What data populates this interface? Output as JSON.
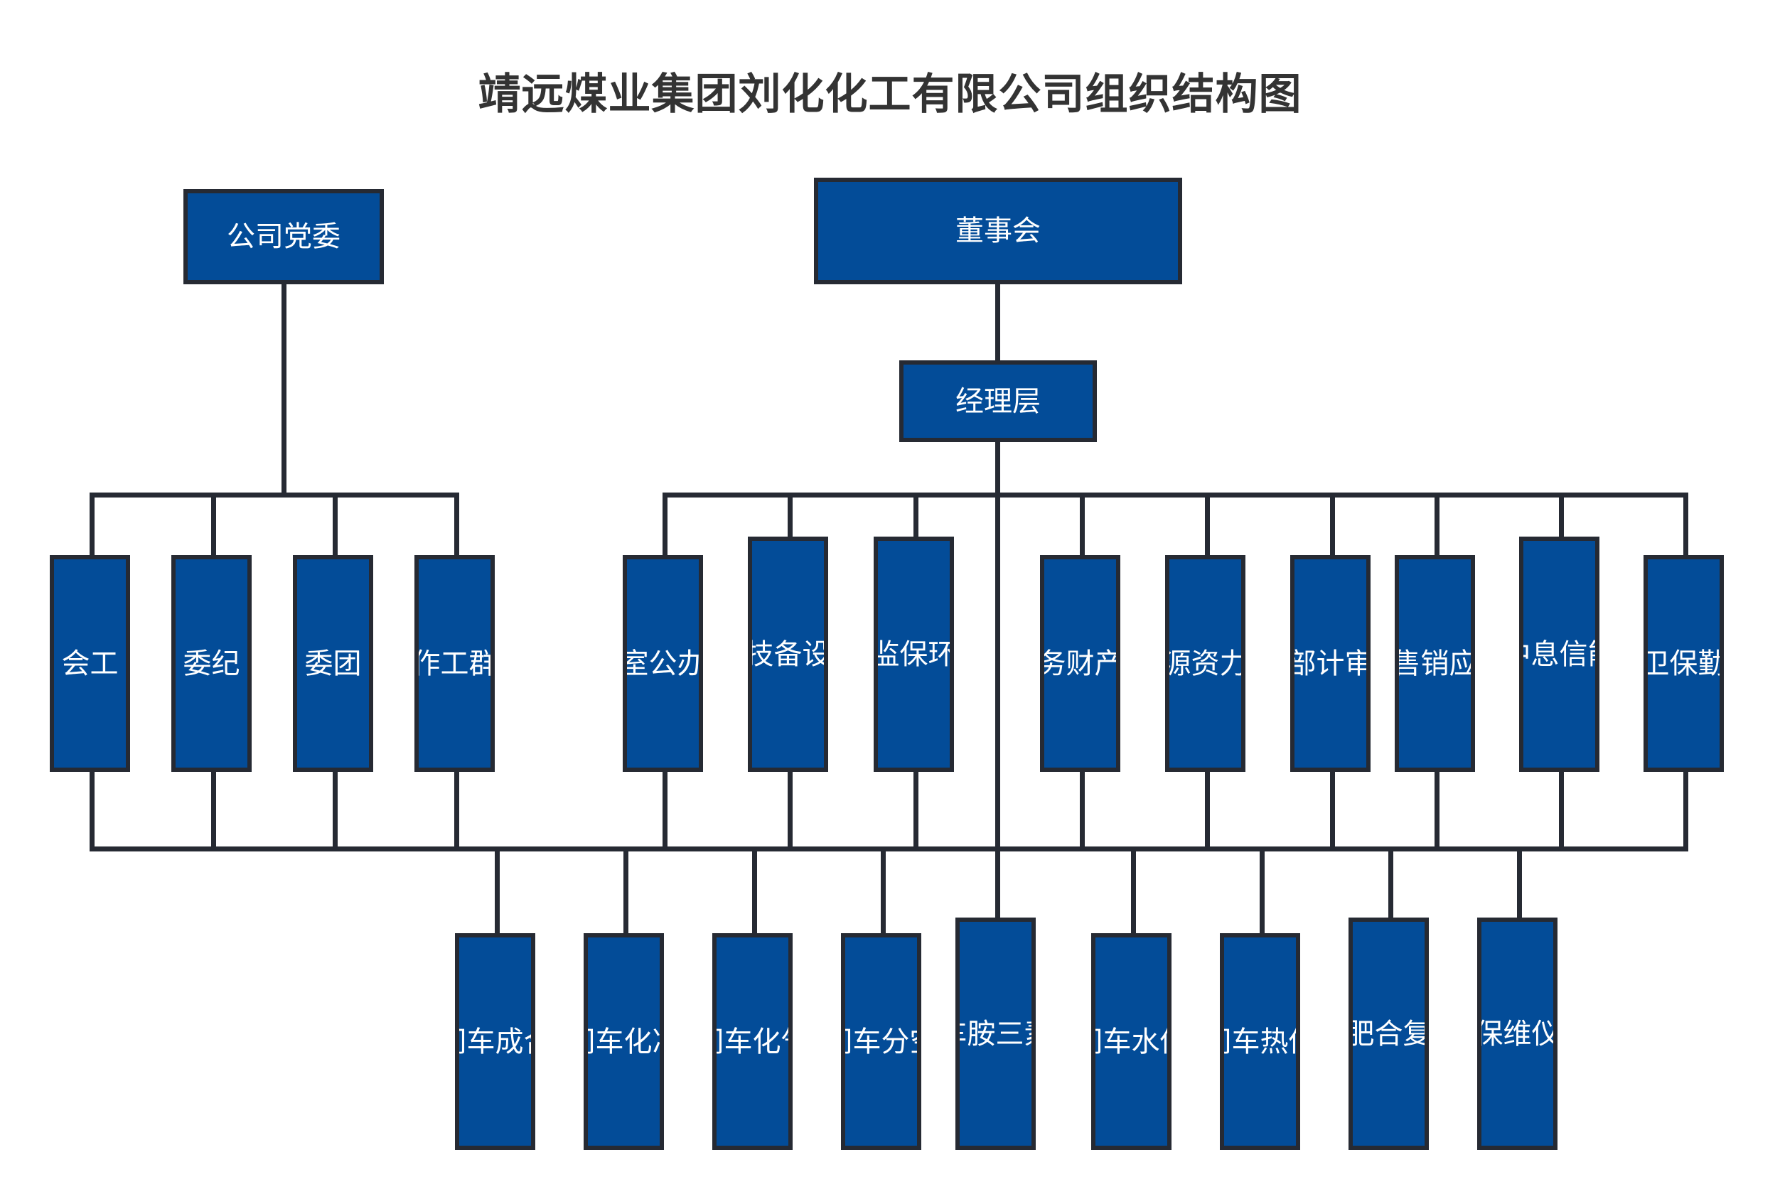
{
  "title": "靖远煤业集团刘化化工有限公司组织结构图",
  "colors": {
    "box_fill": "#034C98",
    "box_border": "#262a33",
    "label_text": "#FFFFFF",
    "title_text": "#333333",
    "background": "#FFFFFF"
  },
  "nodes": {
    "party_committee": "公司党委",
    "board": "董事会",
    "management": "经理层"
  },
  "party_units": [
    {
      "label": "工会"
    },
    {
      "label": "纪委"
    },
    {
      "label": "团委"
    },
    {
      "label": "党群工作部"
    }
  ],
  "departments": [
    {
      "label": "办公室"
    },
    {
      "label": "生产设备技术部"
    },
    {
      "label": "安全环保监察部"
    },
    {
      "label": "资产财务部"
    },
    {
      "label": "人力资源部"
    },
    {
      "label": "审计部"
    },
    {
      "label": "供应销售部"
    },
    {
      "label": "智能信息中心"
    },
    {
      "label": "后勤保卫部"
    }
  ],
  "workshops": [
    {
      "label": "合成车间"
    },
    {
      "label": "净化车间"
    },
    {
      "label": "气化车间"
    },
    {
      "label": "空分车间"
    },
    {
      "label": "尿素三胺车间"
    },
    {
      "label": "供水车间"
    },
    {
      "label": "供热车间"
    },
    {
      "label": "硝酸复合肥车间"
    },
    {
      "label": "机电仪维保中心"
    }
  ]
}
